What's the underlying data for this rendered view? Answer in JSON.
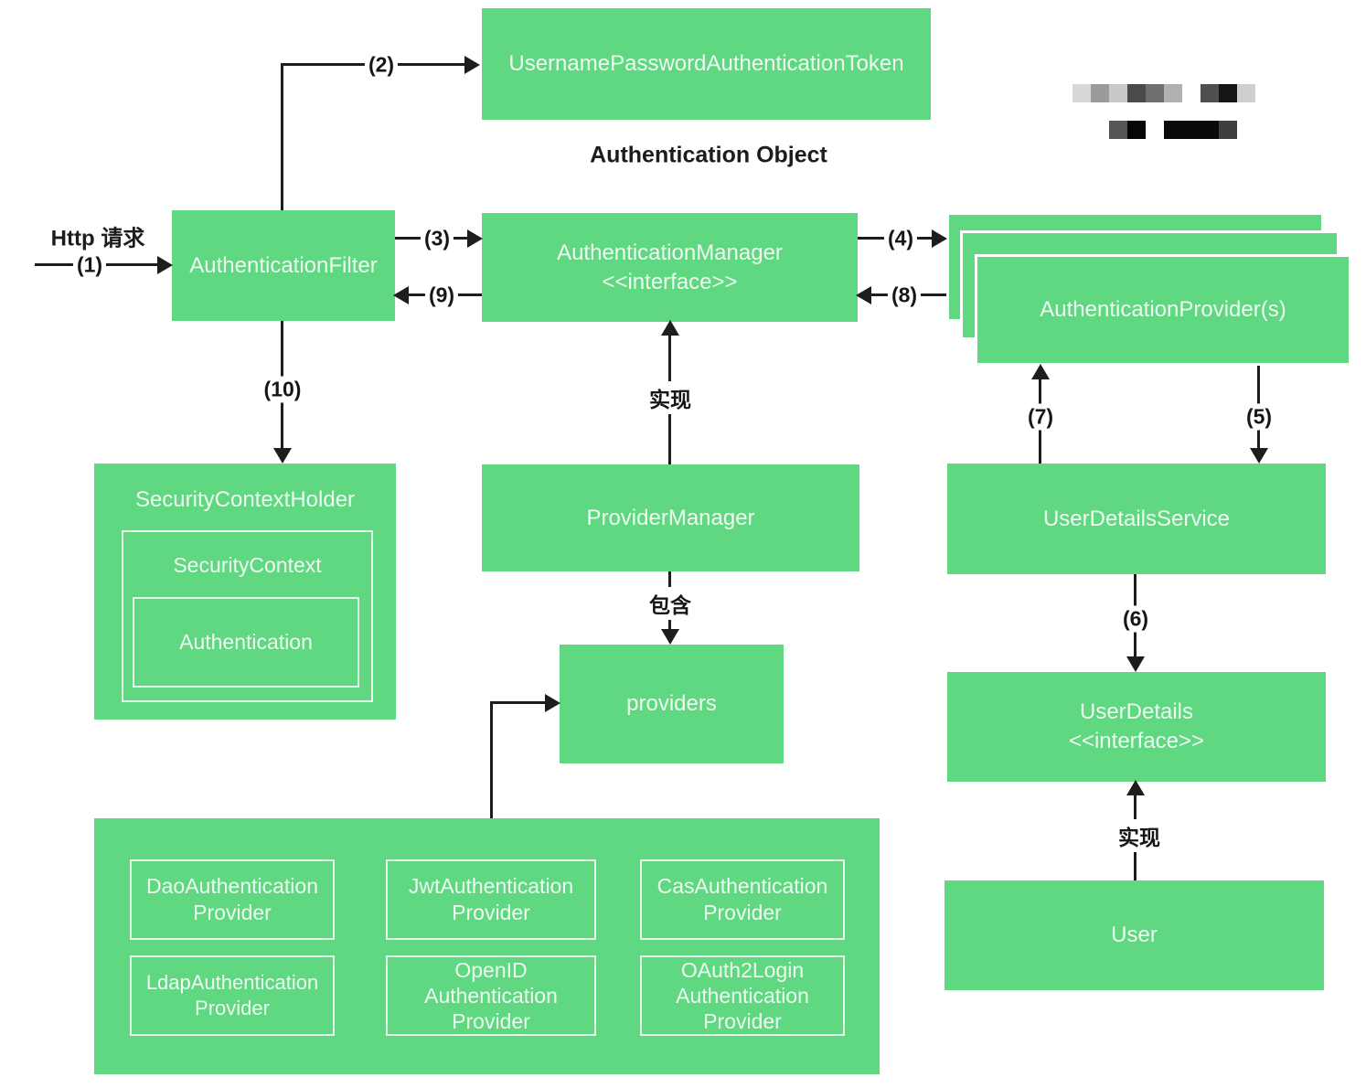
{
  "colors": {
    "box_green": "#60d781",
    "box_text": "#edfbf1",
    "line_black": "#1d1d1d",
    "background": "#ffffff"
  },
  "nodes": {
    "token": "UsernamePasswordAuthenticationToken",
    "auth_object_caption": "Authentication Object",
    "http_request_label": "Http 请求",
    "filter": "AuthenticationFilter",
    "manager": "AuthenticationManager\n<<interface>>",
    "provider_stack": "AuthenticationProvider(s)",
    "security_context_holder": "SecurityContextHolder",
    "security_context": "SecurityContext",
    "authentication": "Authentication",
    "provider_manager": "ProviderManager",
    "providers": "providers",
    "user_details_service": "UserDetailsService",
    "user_details": "UserDetails\n<<interface>>",
    "user": "User",
    "dao_provider": "DaoAuthentication\nProvider",
    "jwt_provider": "JwtAuthentication\nProvider",
    "cas_provider": "CasAuthentication\nProvider",
    "ldap_provider": "LdapAuthentication\nProvider",
    "openid_provider": "OpenID\nAuthentication\nProvider",
    "oauth2_provider": "OAuth2Login\nAuthentication\nProvider"
  },
  "edge_labels": {
    "e1": "(1)",
    "e2": "(2)",
    "e3": "(3)",
    "e4": "(4)",
    "e5": "(5)",
    "e6": "(6)",
    "e7": "(7)",
    "e8": "(8)",
    "e9": "(9)",
    "e10": "(10)",
    "implements_manager": "实现",
    "contains": "包含",
    "implements_user": "实现"
  },
  "watermark": {
    "rows": [
      [
        "#d8d8d8",
        "#9a9a9a",
        "#c9c9c9",
        "#4a4a4a",
        "#6f6f6f",
        "#b0b0b0",
        "",
        "#4f4f4f",
        "#151515",
        "#cfcfcf"
      ],
      [
        "",
        "",
        "#555555",
        "#060606",
        "",
        "#0a0a0a",
        "#0a0a0a",
        "#0a0a0a",
        "#3f3f3f",
        ""
      ]
    ]
  }
}
